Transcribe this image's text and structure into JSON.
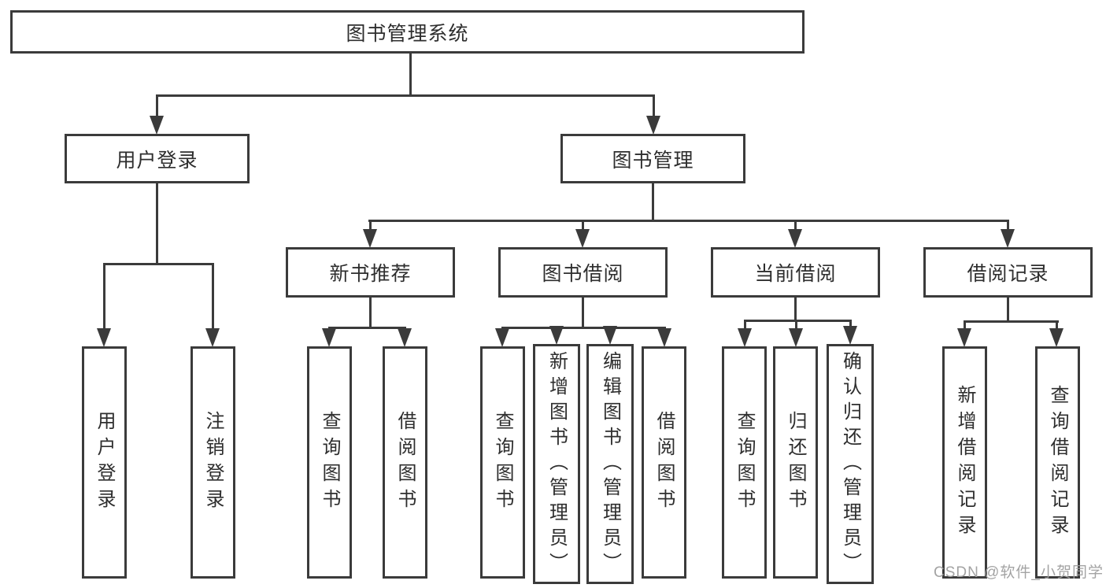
{
  "diagram": {
    "title": "图书管理系统",
    "nodes": {
      "root": "图书管理系统",
      "user_login": "用户登录",
      "book_mgmt": "图书管理",
      "new_books": "新书推荐",
      "book_borrow": "图书借阅",
      "current_borrow": "当前借阅",
      "borrow_records": "借阅记录",
      "leaves": {
        "user": [
          "用户登录",
          "注销登录"
        ],
        "new": [
          "查询图书",
          "借阅图书"
        ],
        "borrow": [
          "查询图书",
          "新增图书（管理员）",
          "编辑图书（管理员）",
          "借阅图书"
        ],
        "current": [
          "查询图书",
          "归还图书",
          "确认归还（管理员）"
        ],
        "records": [
          "新增借阅记录",
          "查询借阅记录"
        ]
      }
    },
    "colors": {
      "line": "#3b3b3b",
      "text": "#2e2e2e",
      "background": "#ffffff",
      "watermark_gray": "#9e9e9e"
    }
  },
  "watermark": "CSDN @软件_小贺同学"
}
